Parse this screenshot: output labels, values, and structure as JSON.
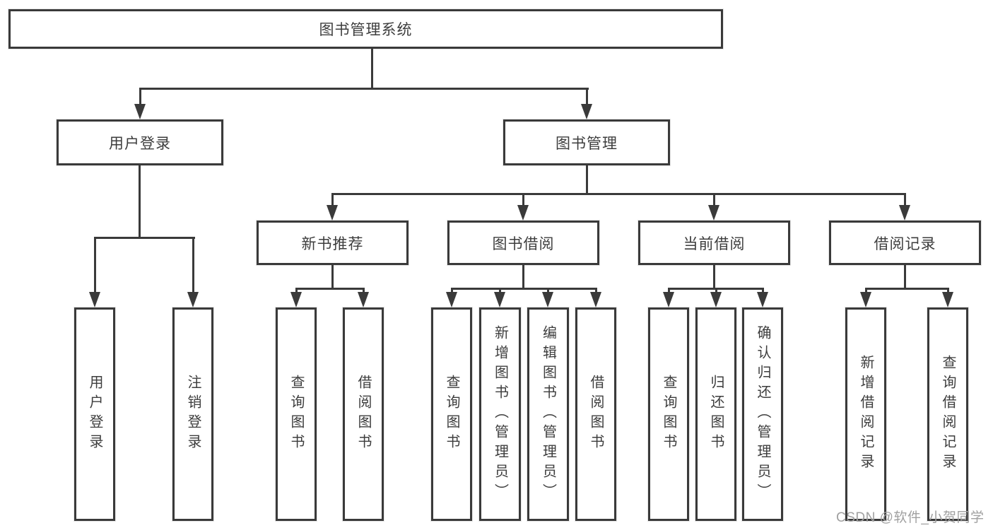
{
  "diagram": {
    "root": {
      "label": "图书管理系统"
    },
    "branches": [
      {
        "label": "用户登录",
        "leaves": [
          {
            "label": "用户登录"
          },
          {
            "label": "注销登录"
          }
        ]
      },
      {
        "label": "图书管理",
        "sections": [
          {
            "label": "新书推荐",
            "leaves": [
              {
                "label": "查询图书"
              },
              {
                "label": "借阅图书"
              }
            ]
          },
          {
            "label": "图书借阅",
            "leaves": [
              {
                "label": "查询图书"
              },
              {
                "label": "新增图书（管理员）"
              },
              {
                "label": "编辑图书（管理员）"
              },
              {
                "label": "借阅图书"
              }
            ]
          },
          {
            "label": "当前借阅",
            "leaves": [
              {
                "label": "查询图书"
              },
              {
                "label": "归还图书"
              },
              {
                "label": "确认归还（管理员）"
              }
            ]
          },
          {
            "label": "借阅记录",
            "leaves": [
              {
                "label": "新增借阅记录"
              },
              {
                "label": "查询借阅记录"
              }
            ]
          }
        ]
      }
    ]
  },
  "watermark": {
    "text": "CSDN @软件_小贺同学"
  },
  "colors": {
    "line": "#3a3a3a",
    "box_border": "#3a3a3a",
    "box_fill": "#ffffff",
    "text": "#3d3d3d",
    "wm": "#a0a0a0",
    "bg": "#ffffff"
  }
}
